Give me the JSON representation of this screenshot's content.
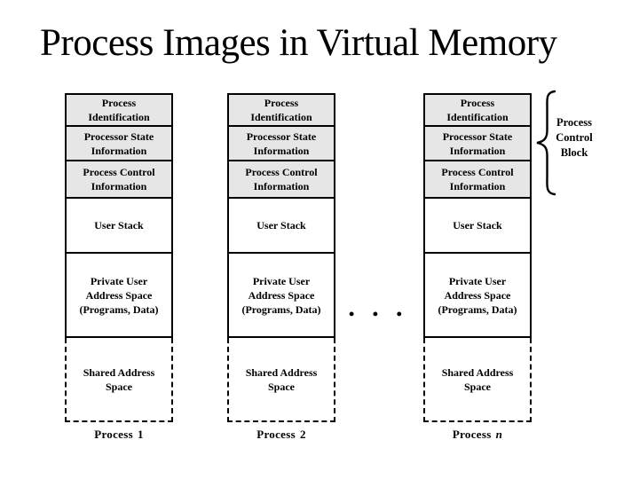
{
  "title": "Process Images in Virtual Memory",
  "colors": {
    "page_bg": "#ffffff",
    "cell_fill": "#e6e6e6",
    "border": "#000000",
    "text": "#000000"
  },
  "diagram": {
    "sections": {
      "process_identification": {
        "lines": [
          "Process",
          "Identification"
        ]
      },
      "processor_state": {
        "lines": [
          "Processor State",
          "Information"
        ]
      },
      "process_control": {
        "lines": [
          "Process Control",
          "Information"
        ]
      },
      "user_stack": {
        "lines": [
          "User Stack"
        ]
      },
      "private_user": {
        "lines": [
          "Private User",
          "Address Space",
          "(Programs, Data)"
        ]
      },
      "shared_address": {
        "lines": [
          "Shared Address",
          "Space"
        ]
      }
    },
    "columns": [
      {
        "label_prefix": "Process",
        "label_suffix": "1"
      },
      {
        "label_prefix": "Process",
        "label_suffix": "2"
      },
      {
        "label_prefix": "Process",
        "label_suffix": "n"
      }
    ],
    "ellipsis": "• • •",
    "brace_label": {
      "lines": [
        "Process",
        "Control",
        "Block"
      ]
    }
  }
}
